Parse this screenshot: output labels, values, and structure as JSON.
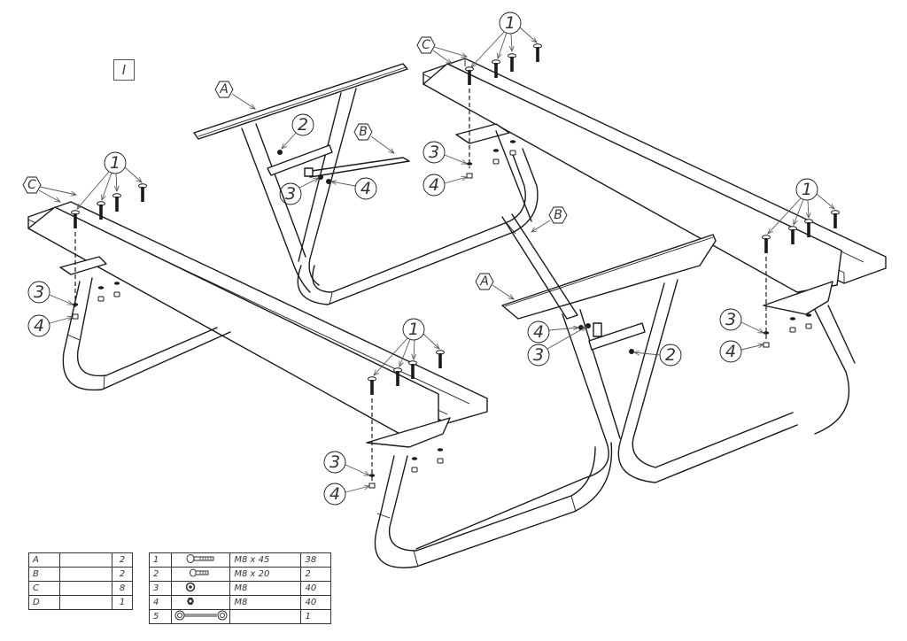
{
  "sheet_label": "I",
  "callouts": {
    "bolt_long": "1",
    "bolt_short": "2",
    "washer": "3",
    "nut": "4"
  },
  "part_labels": {
    "frame_top": "A",
    "brace": "B",
    "plank": "C"
  },
  "parts_table": [
    {
      "letter": "A",
      "desc": "",
      "qty": "2"
    },
    {
      "letter": "B",
      "desc": "",
      "qty": "2"
    },
    {
      "letter": "C",
      "desc": "",
      "qty": "8"
    },
    {
      "letter": "D",
      "desc": "",
      "qty": "1"
    }
  ],
  "hardware_table": [
    {
      "num": "1",
      "icon": "carriage-bolt-long-icon",
      "size": "M8 x 45",
      "qty": "38"
    },
    {
      "num": "2",
      "icon": "carriage-bolt-short-icon",
      "size": "M8 x 20",
      "qty": "2"
    },
    {
      "num": "3",
      "icon": "washer-icon",
      "size": "M8",
      "qty": "40"
    },
    {
      "num": "4",
      "icon": "nut-icon",
      "size": "M8",
      "qty": "40"
    },
    {
      "num": "5",
      "icon": "wrench-icon",
      "size": "",
      "qty": "1"
    }
  ],
  "colors": {
    "line": "#1a1a1a",
    "leader": "#555555",
    "text": "#333333"
  }
}
